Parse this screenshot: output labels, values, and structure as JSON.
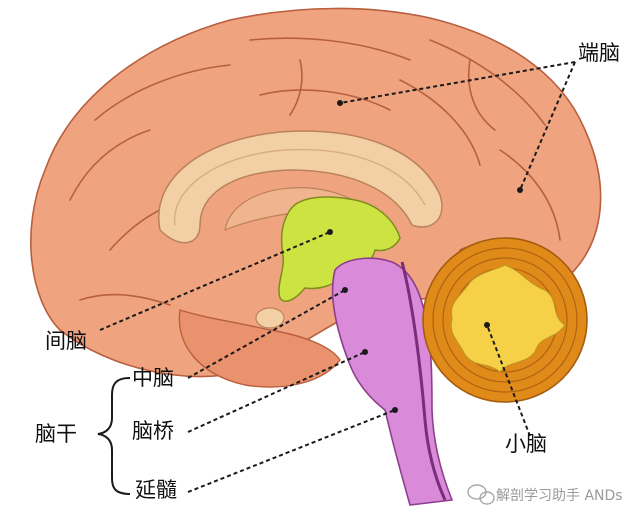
{
  "labels": {
    "telencephalon": "端脑",
    "diencephalon": "间脑",
    "brainstem": "脑干",
    "midbrain": "中脑",
    "pons": "脑桥",
    "medulla": "延髓",
    "cerebellum": "小脑"
  },
  "watermark": "解剖学习助手 ANDs",
  "colors": {
    "cortex": "#EFA37F",
    "corpus_callosum": "#F3CFA6",
    "diencephalon": "#CDE342",
    "brainstem": "#D98AD8",
    "cerebellum": "#E08A1A",
    "cerebellum_white_matter": "#F6D047"
  }
}
